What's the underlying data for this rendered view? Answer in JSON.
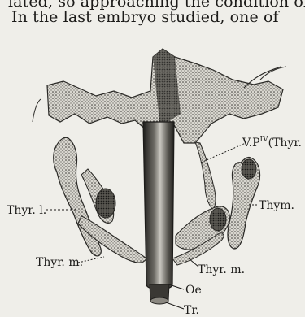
{
  "text": {
    "line1": "lated, so approaching the condition of",
    "line2": "In the last embryo studied, one of"
  },
  "figure": {
    "labels": {
      "vp_thyr": "V.P",
      "vp_sup": "IV",
      "vp_paren": "(Thyr. l.)",
      "thyr_l": "Thyr. l.",
      "thym": "Thym.",
      "thyr_m_left": "Thyr. m.",
      "thyr_m_right": "Thyr. m.",
      "oe": "Oe",
      "tr": "Tr."
    }
  }
}
